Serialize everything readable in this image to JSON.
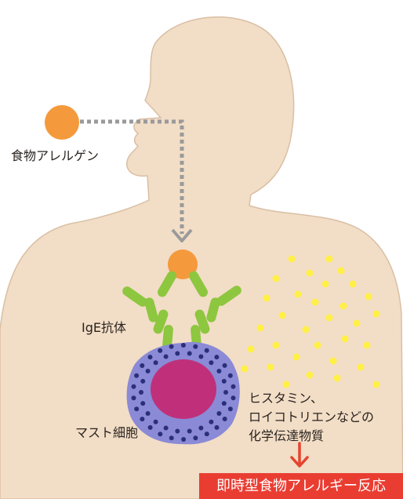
{
  "labels": {
    "food_allergen": "食物アレルゲン",
    "ige_antibody": "IgE抗体",
    "mast_cell": "マスト細胞",
    "chemical_mediators": [
      "ヒスタミン、",
      "ロイコトリエンなどの",
      "化学伝達物質"
    ],
    "reaction": "即時型食物アレルギー反応"
  },
  "colors": {
    "body": "#f2ddc6",
    "body_outline": "#d9bfa4",
    "allergen": "#f49a3c",
    "antibody": "#8dc63f",
    "mast_cell": "#8a8ad6",
    "granules": "#2b2f7a",
    "nucleus": "#c0307a",
    "mediators": "#fff046",
    "arrow": "#9a9a9a",
    "reaction_arrow": "#e5442f",
    "banner": "#ea3d32"
  }
}
